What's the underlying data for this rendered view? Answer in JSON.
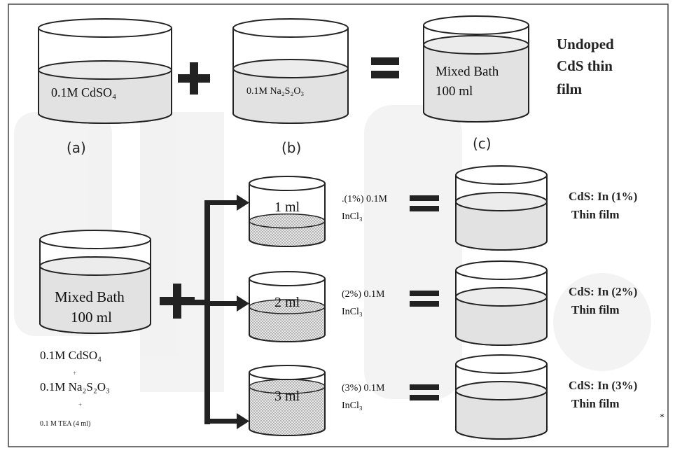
{
  "top_row": {
    "beaker_a_label": "0.1M CdSO₄",
    "beaker_b_label": "0.1M Na₂S₂O₃",
    "beaker_c_label_line1": "Mixed Bath",
    "beaker_c_label_line2": "100 ml",
    "caption_a": "(a)",
    "caption_b": "(b)",
    "caption_c": "(c)",
    "result_line1": "Undoped",
    "result_line2": "CdS thin",
    "result_line3": "film"
  },
  "bottom_row": {
    "mixed_bath_line1": "Mixed Bath",
    "mixed_bath_line2": "100 ml",
    "ingredient_1": "0.1M CdSO₄",
    "plus_small_1": "+",
    "ingredient_2": "0.1M Na₂S₂O₃",
    "plus_small_2": "+",
    "ingredient_3": "0.1 M TEA (4 ml)",
    "dopants": [
      {
        "volume": "1 ml",
        "solution_line1": ".(1%) 0.1M",
        "solution_line2": "InCl₃",
        "result_line1": "CdS: In (1%)",
        "result_line2": "Thin film",
        "fill_fraction": 0.33
      },
      {
        "volume": "2 ml",
        "solution_line1": "(2%) 0.1M",
        "solution_line2": "InCl₃",
        "result_line1": "CdS: In (2%)",
        "result_line2": "Thin film",
        "fill_fraction": 0.5
      },
      {
        "volume": "3 ml",
        "solution_line1": "(3%) 0.1M",
        "solution_line2": "InCl₃",
        "result_line1": "CdS: In (3%)",
        "result_line2": "Thin film",
        "fill_fraction": 0.75
      }
    ]
  }
}
